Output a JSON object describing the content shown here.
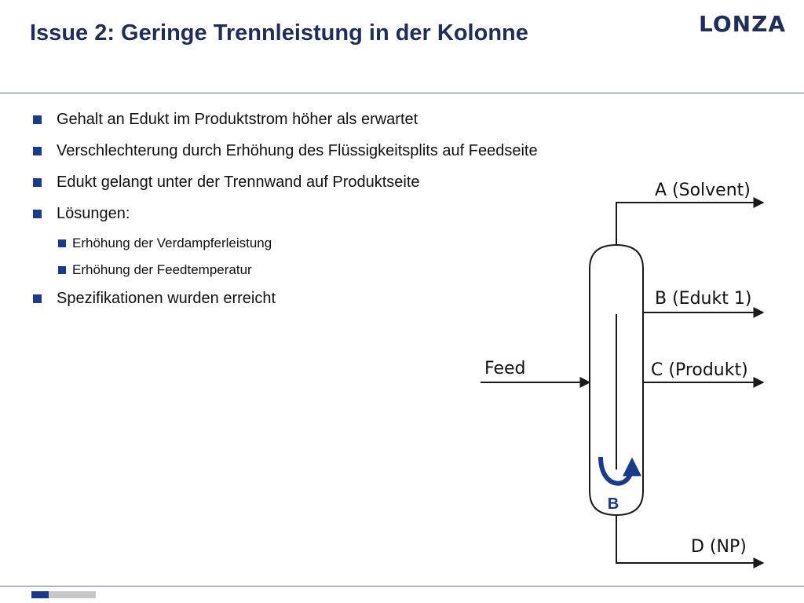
{
  "slide": {
    "title": "Issue 2: Geringe Trennleistung in der Kolonne",
    "logo": "LONZA"
  },
  "bullets": [
    "Gehalt an Edukt im Produktstrom höher als erwartet",
    "Verschlechterung durch Erhöhung des Flüssigkeitsplits auf Feedseite",
    "Edukt gelangt unter der Trennwand auf Produktseite",
    "Lösungen:"
  ],
  "sub_bullets": [
    "Erhöhung der Verdampferleistung",
    "Erhöhung der Feedtemperatur"
  ],
  "final_bullet": "Spezifikationen wurden erreicht",
  "diagram": {
    "stream_a": "A (Solvent)",
    "stream_b": "B (Edukt 1)",
    "stream_c": "C (Produkt)",
    "stream_d": "D (NP)",
    "feed": "Feed",
    "reboiler": "B",
    "colors": {
      "reboiler_blue": "#1a3a8a",
      "line": "#1a1a1a"
    }
  }
}
